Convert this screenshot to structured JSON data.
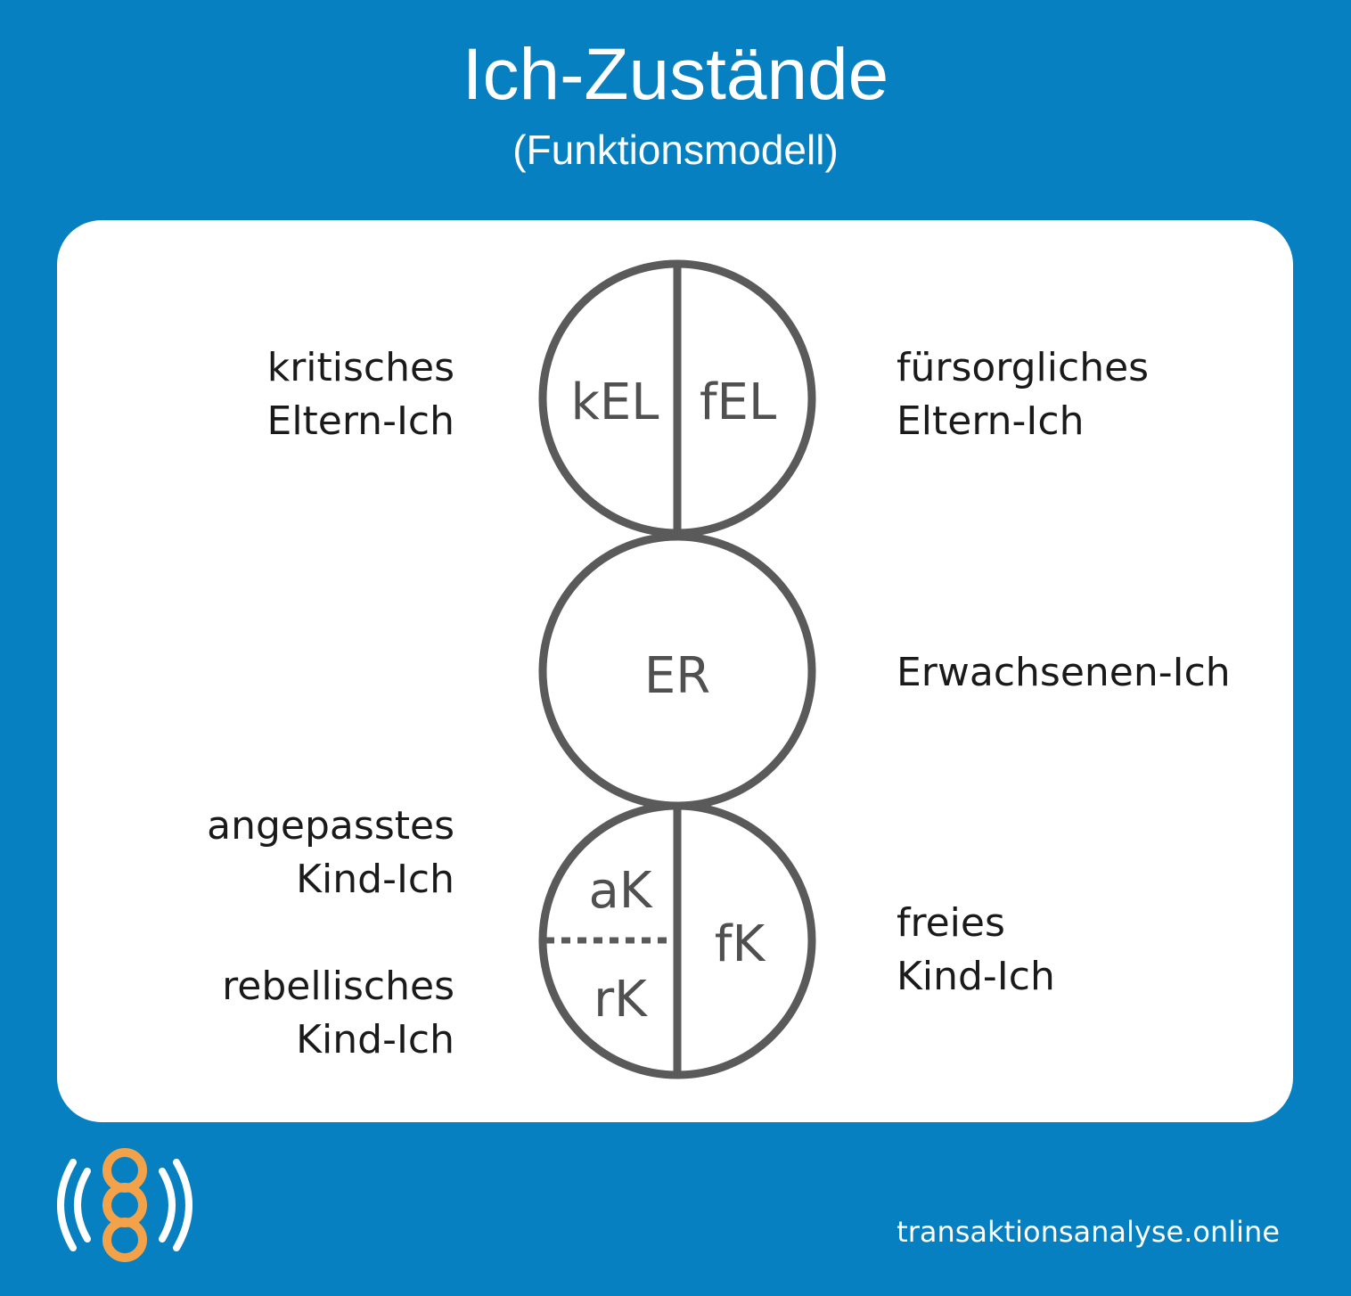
{
  "header": {
    "title": "Ich-Zustände",
    "subtitle": "(Funktionsmodell)"
  },
  "diagram": {
    "circles": {
      "top_left": "kEL",
      "top_right": "fEL",
      "middle": "ER",
      "bottom_left_top": "aK",
      "bottom_left_bottom": "rK",
      "bottom_right": "fK"
    },
    "labels": {
      "kritisches": {
        "line1": "kritisches",
        "line2": "Eltern-Ich"
      },
      "fuersorgliches": {
        "line1": "fürsorgliches",
        "line2": "Eltern-Ich"
      },
      "erwachsenen": {
        "line1": "Erwachsenen-Ich"
      },
      "angepasstes": {
        "line1": "angepasstes",
        "line2": "Kind-Ich"
      },
      "rebellisches": {
        "line1": "rebellisches",
        "line2": "Kind-Ich"
      },
      "freies": {
        "line1": "freies",
        "line2": "Kind-Ich"
      }
    },
    "colors": {
      "background": "#0680c0",
      "card": "#ffffff",
      "stroke": "#5a5a5a",
      "logo": "#f4a24a"
    }
  },
  "footer": {
    "website": "transaktionsanalyse.online"
  }
}
